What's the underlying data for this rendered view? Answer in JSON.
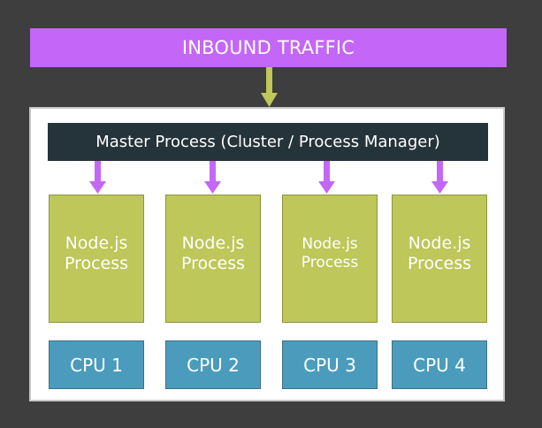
{
  "inbound": {
    "label": "INBOUND TRAFFIC",
    "color": "#c466f7"
  },
  "master": {
    "label": "Master Process (Cluster / Process Manager)",
    "color": "#25333a"
  },
  "processes": [
    {
      "line1": "Node.js",
      "line2": "Process"
    },
    {
      "line1": "Node.js",
      "line2": "Process"
    },
    {
      "line1": "Node.js",
      "line2": "Process"
    },
    {
      "line1": "Node.js",
      "line2": "Process"
    }
  ],
  "cpus": [
    {
      "label": "CPU 1"
    },
    {
      "label": "CPU 2"
    },
    {
      "label": "CPU 3"
    },
    {
      "label": "CPU 4"
    }
  ],
  "colors": {
    "background": "#3e3e3e",
    "process": "#bdc75a",
    "cpu": "#4b9cbc",
    "inbound_arrow": "#bdc75a",
    "worker_arrows": "#c466f7"
  }
}
